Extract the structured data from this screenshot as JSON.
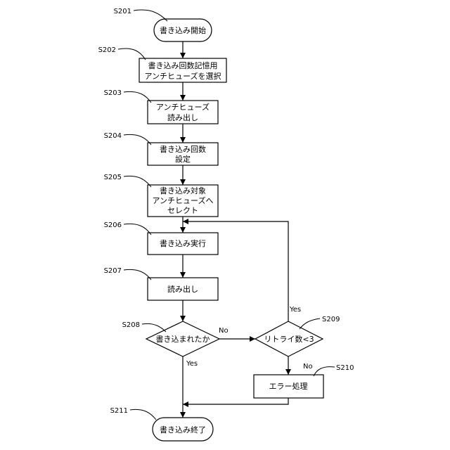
{
  "steps": {
    "s201": {
      "id": "S201",
      "text": "書き込み開始"
    },
    "s202": {
      "id": "S202",
      "line1": "書き込み回数記憶用",
      "line2": "アンチヒューズを選択"
    },
    "s203": {
      "id": "S203",
      "line1": "アンチヒューズ",
      "line2": "読み出し"
    },
    "s204": {
      "id": "S204",
      "line1": "書き込み回数",
      "line2": "設定"
    },
    "s205": {
      "id": "S205",
      "line1": "書き込み対象",
      "line2": "アンチヒューズへ",
      "line3": "セレクト"
    },
    "s206": {
      "id": "S206",
      "text": "書き込み実行"
    },
    "s207": {
      "id": "S207",
      "text": "読み出し"
    },
    "s208": {
      "id": "S208",
      "text": "書き込まれたか"
    },
    "s209": {
      "id": "S209",
      "text": "リトライ数<3"
    },
    "s210": {
      "id": "S210",
      "text": "エラー処理"
    },
    "s211": {
      "id": "S211",
      "text": "書き込み終了"
    }
  },
  "labels": {
    "s208_no": "No",
    "s208_yes": "Yes",
    "s209_yes": "Yes",
    "s209_no": "No"
  }
}
